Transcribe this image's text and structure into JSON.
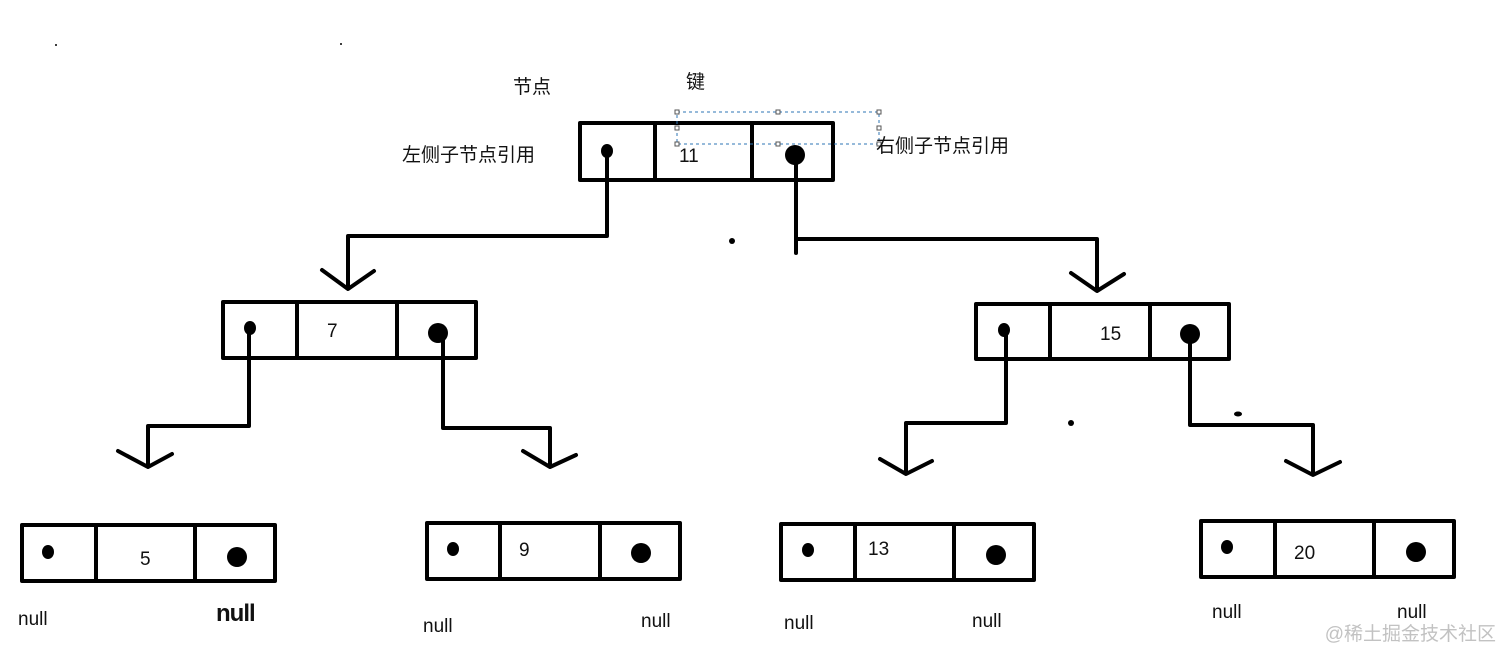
{
  "labels": {
    "node": "节点",
    "key": "键",
    "left_ref": "左侧子节点引用",
    "right_ref": "右侧子节点引用"
  },
  "nodes": [
    {
      "id": "root",
      "key": "11"
    },
    {
      "id": "n7",
      "key": "7"
    },
    {
      "id": "n15",
      "key": "15"
    },
    {
      "id": "n5",
      "key": "5"
    },
    {
      "id": "n9",
      "key": "9"
    },
    {
      "id": "n13",
      "key": "13"
    },
    {
      "id": "n20",
      "key": "20"
    }
  ],
  "null_text": "null",
  "watermark": "@稀土掘金技术社区"
}
